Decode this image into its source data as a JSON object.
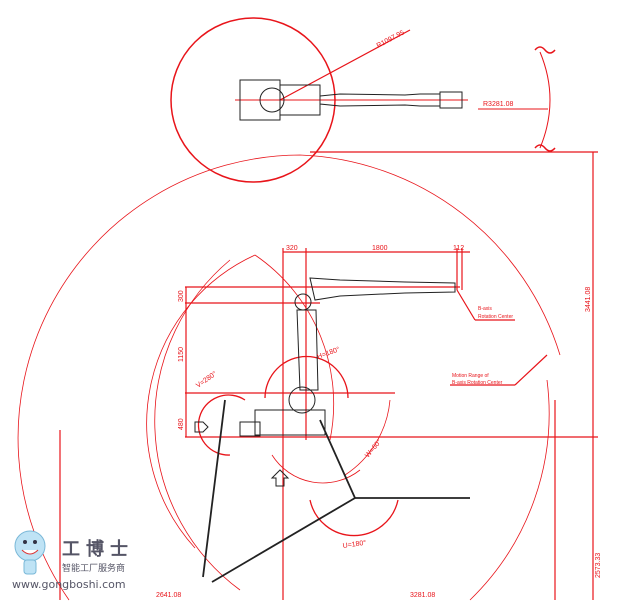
{
  "drawing": {
    "top_view": {
      "radius_inner": "R1097.95",
      "radius_outer": "R3281.08"
    },
    "dimensions": {
      "d320": "320",
      "d1800": "1800",
      "d112": "112",
      "d300": "300",
      "d1150": "1150",
      "d480": "480",
      "d3441": "3441.08",
      "d2573": "2573.33",
      "d2641": "2641.08",
      "d3281": "3281.08"
    },
    "angles": {
      "v": "V=280°",
      "h": "H=180°",
      "u": "U=180°",
      "w": "W=60°"
    },
    "notes": {
      "b_axis_1": "B-axis",
      "b_axis_2": "Rotation Center",
      "motion_1": "Motion Range of",
      "motion_2": "B-axis Rotation Center"
    },
    "colors": {
      "line": "#e8141a",
      "robot": "#222222"
    }
  },
  "watermark": {
    "name": "工博士",
    "tagline": "智能工厂服务商",
    "url": "www.gongboshi.com"
  }
}
